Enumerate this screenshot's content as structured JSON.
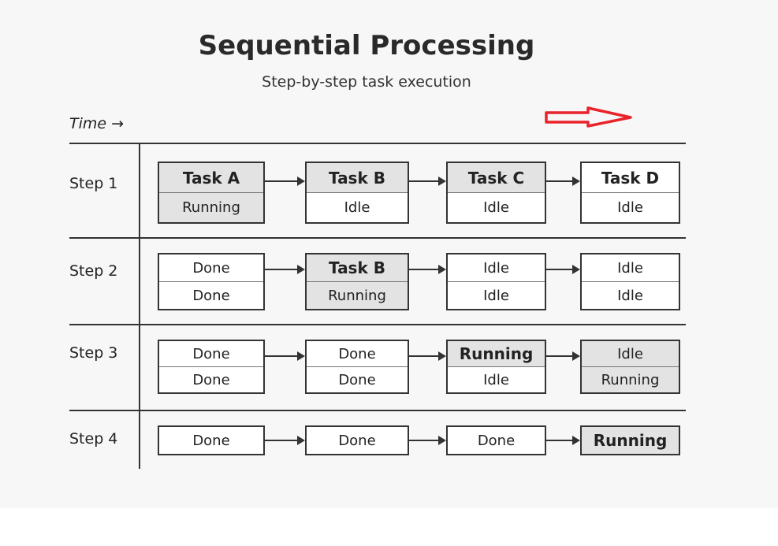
{
  "title": "Sequential Processing",
  "subtitle": "Step-by-step task execution",
  "time_label": "Time →",
  "annotation_color": "#e8232a",
  "steps": [
    {
      "label": "Step 1",
      "cells": [
        {
          "top": "Task A",
          "bottom": "Running",
          "top_shaded": true,
          "bottom_shaded": true,
          "top_bold": true
        },
        {
          "top": "Task B",
          "bottom": "Idle",
          "top_shaded": true,
          "bottom_shaded": false,
          "top_bold": true
        },
        {
          "top": "Task C",
          "bottom": "Idle",
          "top_shaded": true,
          "bottom_shaded": false,
          "top_bold": true
        },
        {
          "top": "Task D",
          "bottom": "Idle",
          "top_shaded": false,
          "bottom_shaded": false,
          "top_bold": true
        }
      ]
    },
    {
      "label": "Step 2",
      "cells": [
        {
          "top": "Done",
          "bottom": "Done",
          "top_shaded": false,
          "bottom_shaded": false,
          "top_bold": false
        },
        {
          "top": "Task B",
          "bottom": "Running",
          "top_shaded": true,
          "bottom_shaded": true,
          "top_bold": true
        },
        {
          "top": "Idle",
          "bottom": "Idle",
          "top_shaded": false,
          "bottom_shaded": false,
          "top_bold": false
        },
        {
          "top": "Idle",
          "bottom": "Idle",
          "top_shaded": false,
          "bottom_shaded": false,
          "top_bold": false
        }
      ]
    },
    {
      "label": "Step 3",
      "cells": [
        {
          "top": "Done",
          "bottom": "Done",
          "top_shaded": false,
          "bottom_shaded": false,
          "top_bold": false
        },
        {
          "top": "Done",
          "bottom": "Done",
          "top_shaded": false,
          "bottom_shaded": false,
          "top_bold": false
        },
        {
          "top": "Running",
          "bottom": "Idle",
          "top_shaded": true,
          "bottom_shaded": false,
          "top_bold": true
        },
        {
          "top": "Idle",
          "bottom": "Running",
          "top_shaded": true,
          "bottom_shaded": true,
          "top_bold": false
        }
      ]
    },
    {
      "label": "Step 4",
      "cells": [
        {
          "top": "Done",
          "top_shaded": false,
          "top_bold": false
        },
        {
          "top": "Done",
          "top_shaded": false,
          "top_bold": false
        },
        {
          "top": "Done",
          "top_shaded": false,
          "top_bold": false
        },
        {
          "top": "Running",
          "top_shaded": true,
          "top_bold": true
        }
      ]
    }
  ]
}
